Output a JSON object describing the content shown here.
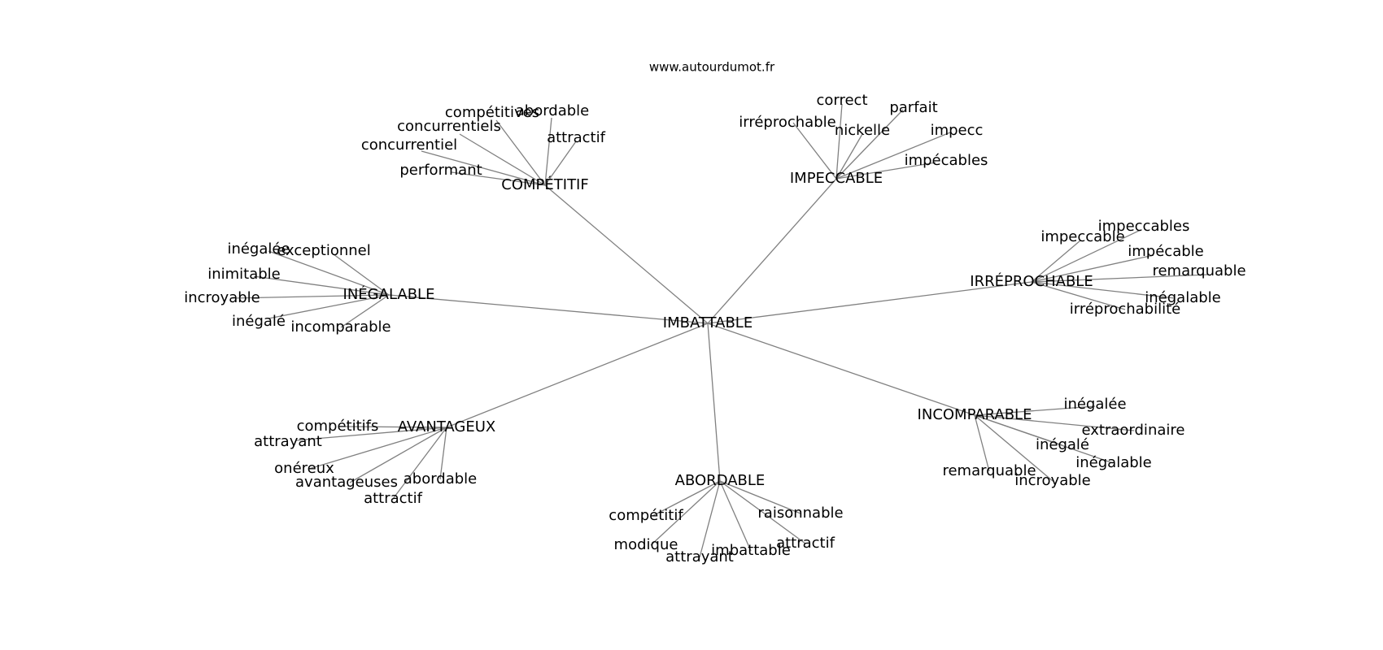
{
  "site": "www.autourdumot.fr",
  "root": "IMBATTABLE",
  "groups": [
    {
      "label": "COMPÉTITIF",
      "children": [
        "compétitives",
        "abordable",
        "concurrentiels",
        "attractif",
        "concurrentiel",
        "performant"
      ]
    },
    {
      "label": "IMPECCABLE",
      "children": [
        "correct",
        "parfait",
        "irréprochable",
        "nickelle",
        "impecc",
        "impécables"
      ]
    },
    {
      "label": "IRRÉPROCHABLE",
      "children": [
        "impeccables",
        "impeccable",
        "impécable",
        "remarquable",
        "inégalable",
        "irréprochabilité"
      ]
    },
    {
      "label": "INCOMPARABLE",
      "children": [
        "inégalée",
        "extraordinaire",
        "inégalé",
        "inégalable",
        "remarquable",
        "incroyable"
      ]
    },
    {
      "label": "ABORDABLE",
      "children": [
        "compétitif",
        "raisonnable",
        "modique",
        "attractif",
        "imbattable",
        "attrayant"
      ]
    },
    {
      "label": "AVANTAGEUX",
      "children": [
        "compétitifs",
        "attrayant",
        "onéreux",
        "avantageuses",
        "abordable",
        "attractif"
      ]
    },
    {
      "label": "INÉGALABLE",
      "children": [
        "inégalée",
        "exceptionnel",
        "inimitable",
        "incroyable",
        "inégalé",
        "incomparable"
      ]
    }
  ]
}
